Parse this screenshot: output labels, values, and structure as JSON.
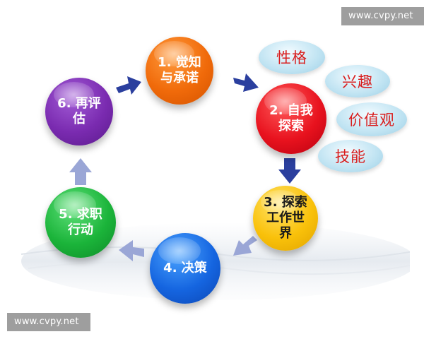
{
  "watermark": {
    "top_text": "www.cvpy.net",
    "bottom_text": "www.cvpy.net"
  },
  "cycle": {
    "steps": [
      {
        "label": "1. 觉知\n与承诺",
        "color": "#f06a0a"
      },
      {
        "label": "2. 自我\n探索",
        "color": "#e8121e"
      },
      {
        "label": "3. 探索\n工作世\n界",
        "color": "#f9c10a"
      },
      {
        "label": "4. 决策",
        "color": "#1565e0"
      },
      {
        "label": "5. 求职\n行动",
        "color": "#1bb43a"
      },
      {
        "label": "6. 再评\n估",
        "color": "#7a2bb0"
      }
    ]
  },
  "self_exploration": {
    "aspects": [
      "性格",
      "兴趣",
      "价值观",
      "技能"
    ],
    "text_color": "#d91e1e"
  },
  "arrow_colors": {
    "dark": "#2b3f9e",
    "light": "#9aa6d6"
  }
}
